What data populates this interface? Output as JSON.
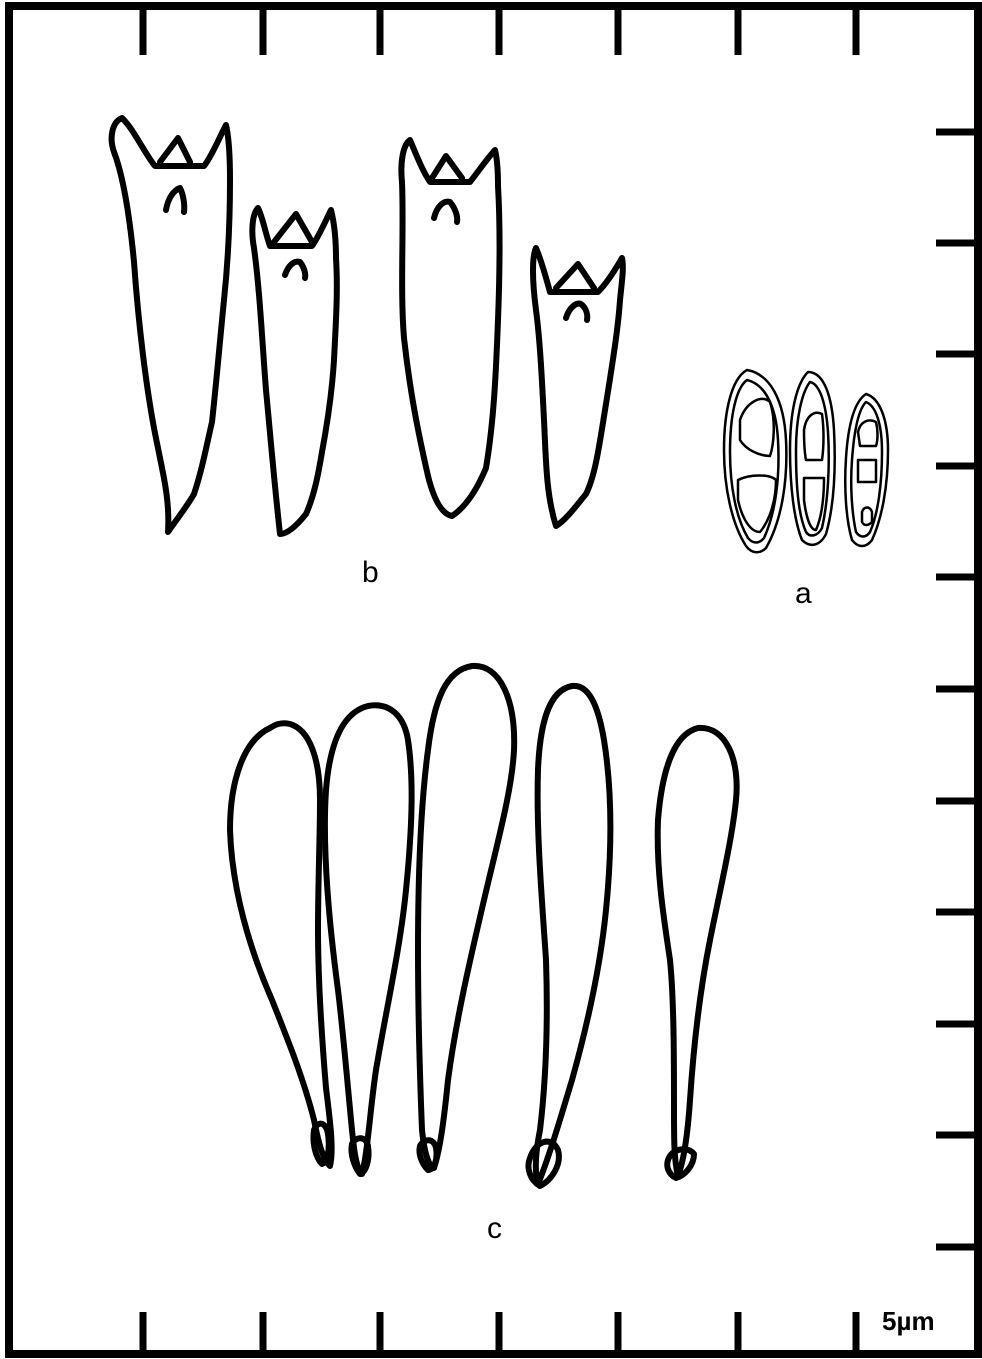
{
  "labels": {
    "a": "a",
    "b": "b",
    "c": "c"
  },
  "scale_bar": {
    "text": "5µm"
  },
  "colors": {
    "ink": "#000000",
    "background": "#ffffff"
  }
}
